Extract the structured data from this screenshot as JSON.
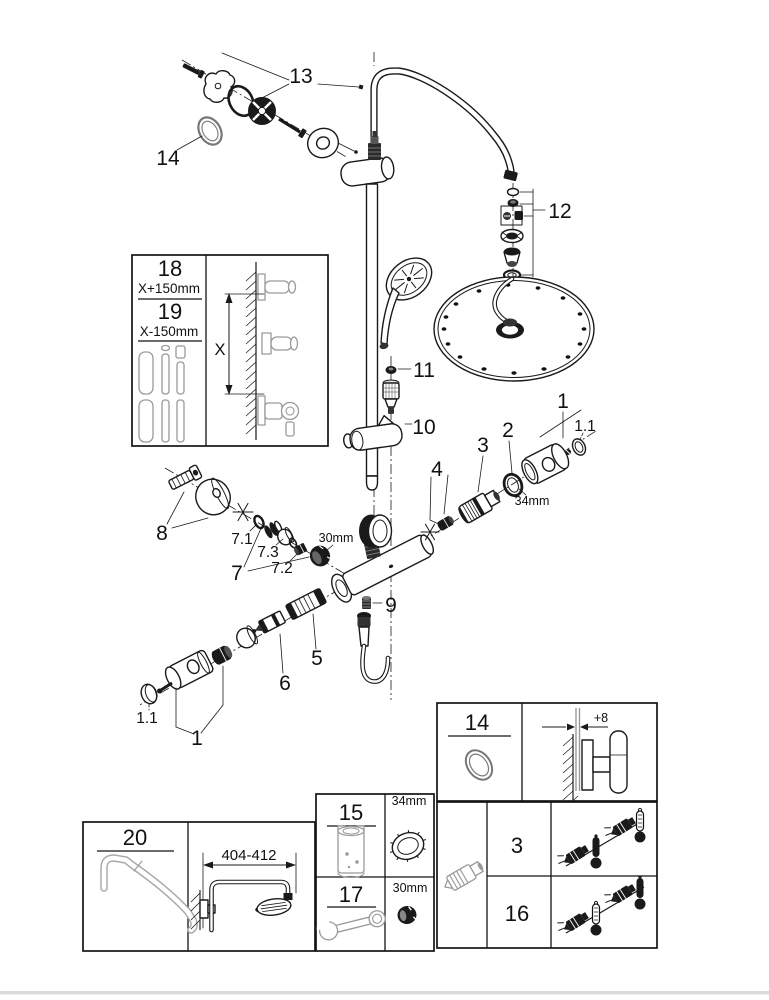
{
  "colors": {
    "line": "#1a1a1a",
    "gray_parts": "#9a9a9a",
    "page_edge": "#dcdcdc"
  },
  "exploded": {
    "callouts": {
      "c13": "13",
      "c14": "14",
      "c12": "12",
      "c11": "11",
      "c10": "10",
      "r1": "1",
      "r1_1": "1.1",
      "c2": "2",
      "c3": "3",
      "c4": "4",
      "mm34": "34mm",
      "c8": "8",
      "c7_1": "7.1",
      "c7_3": "7.3",
      "c7_2": "7.2",
      "c7": "7",
      "mm30": "30mm",
      "c9": "9",
      "c5": "5",
      "c6": "6",
      "l1_1": "1.1",
      "l1": "1"
    }
  },
  "panels": {
    "rail_length": {
      "item_a": "18",
      "item_a_len": "X+150mm",
      "item_b": "19",
      "item_b_len": "X-150mm",
      "dim": "X"
    },
    "gasket": {
      "item": "14",
      "dim": "+8"
    },
    "tools": {
      "socket": "15",
      "socket_size": "34mm",
      "wrench": "17",
      "wrench_size": "30mm"
    },
    "check_valves": {
      "row_a": "3",
      "row_b": "16"
    },
    "arm": {
      "item": "20",
      "dim": "404-412"
    }
  }
}
